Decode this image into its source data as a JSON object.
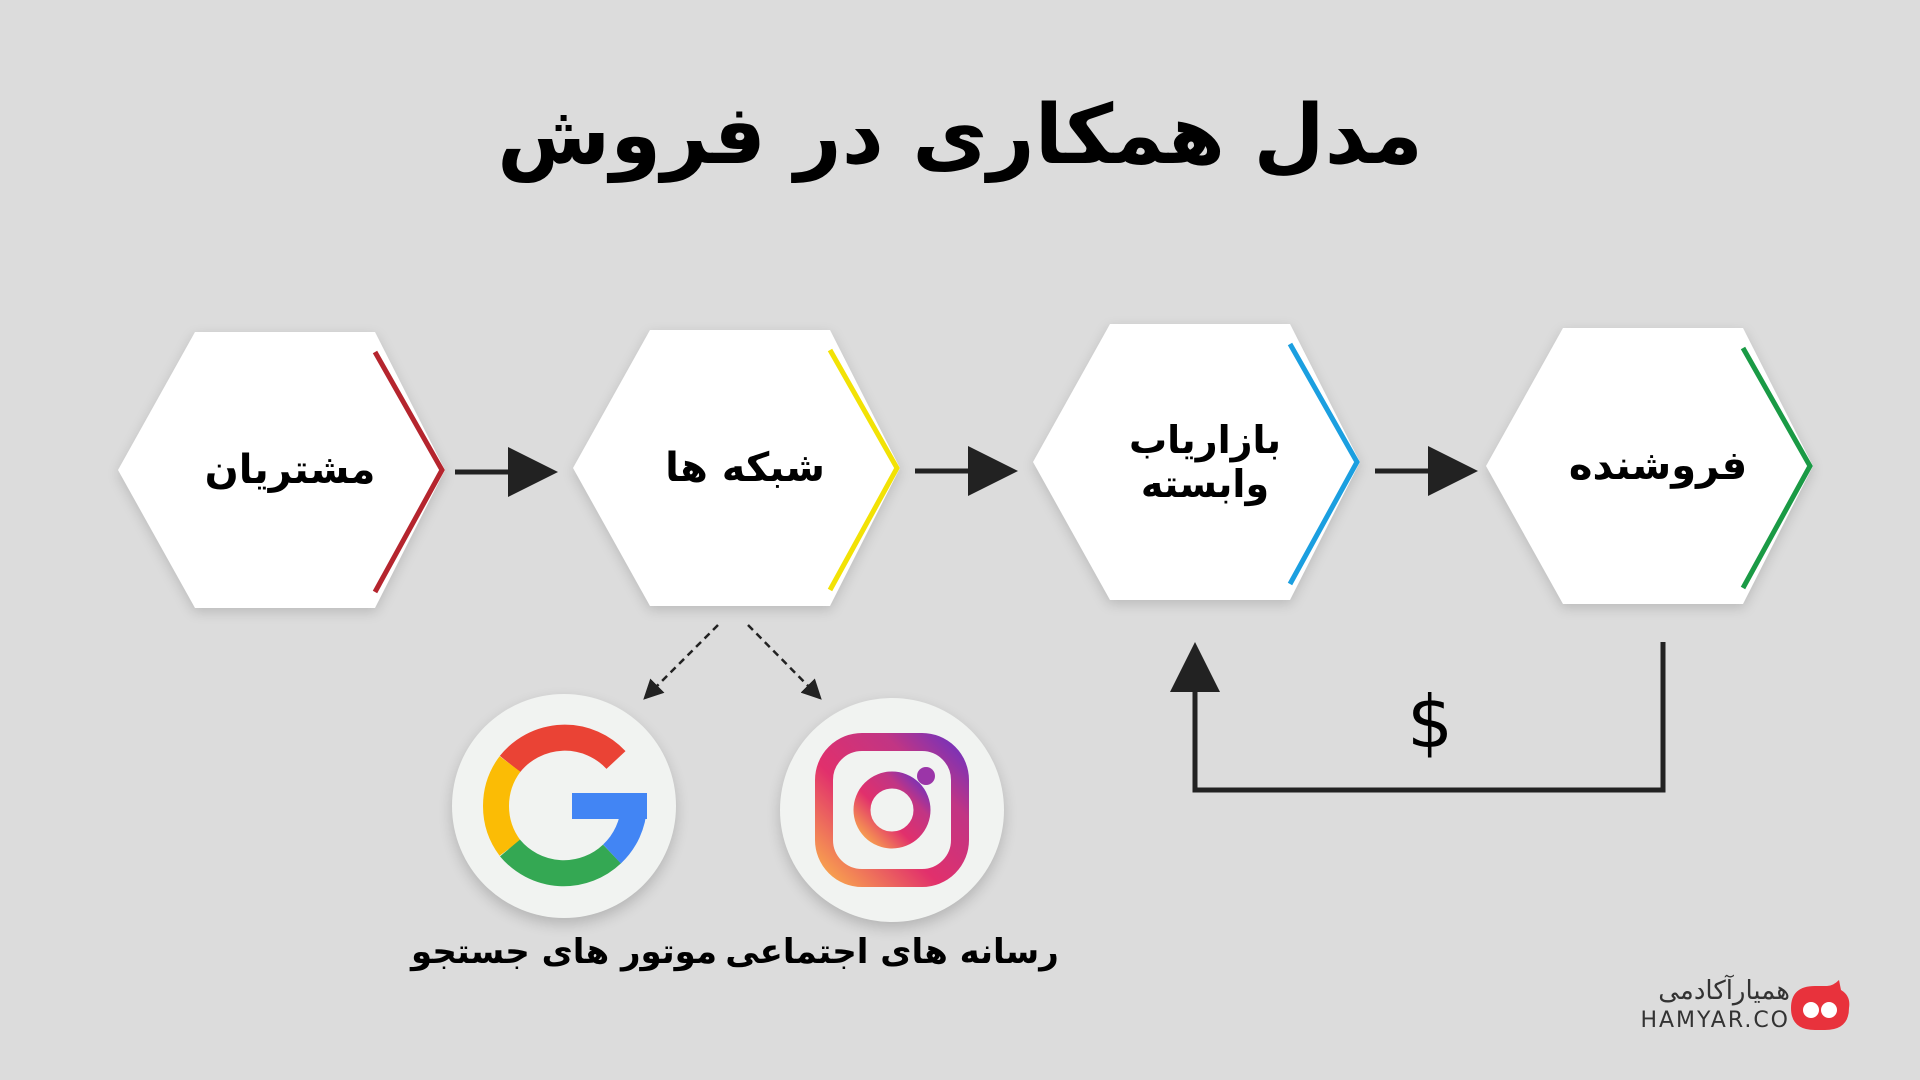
{
  "title": "مدل همکاری در فروش",
  "nodes": [
    {
      "label": "مشتریان",
      "accent_color": "#b5252e"
    },
    {
      "label": "شبکه ها",
      "accent_color": "#f2e205"
    },
    {
      "label": "بازاریاب وابسته",
      "accent_color": "#1b9fe0"
    },
    {
      "label": "فروشنده",
      "accent_color": "#1a9a45"
    }
  ],
  "channels": [
    {
      "label": "موتور های جستجو",
      "icon": "google-icon"
    },
    {
      "label": "رسانه های اجتماعی",
      "icon": "instagram-icon"
    }
  ],
  "payment_label": "$",
  "brand": {
    "name_fa": "همیارآکادمی",
    "name_en": "HAMYAR.CO",
    "color": "#e8323c"
  }
}
